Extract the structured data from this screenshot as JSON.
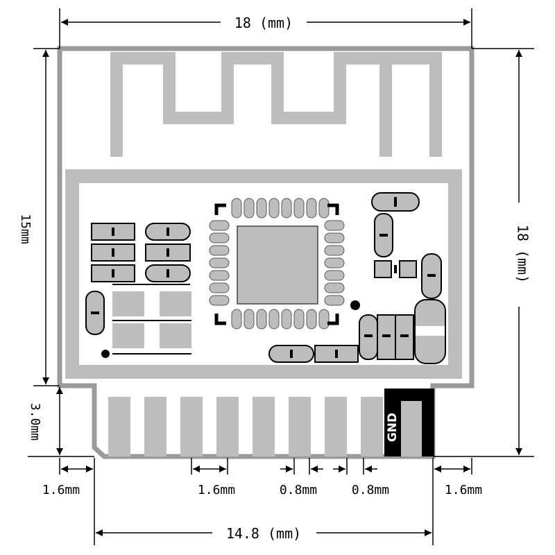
{
  "dimensions": {
    "top_width": "18 (mm)",
    "left_height": "15mm",
    "right_height": "18 (mm)",
    "bottom_height": "3.0mm",
    "bottom_width": "14.8 (mm)",
    "left_edge": "1.6mm",
    "pad_width": "1.6mm",
    "gap_a": "0.8mm",
    "gap_b": "0.8mm",
    "right_edge": "1.6mm"
  },
  "labels": {
    "gnd_pad": "GND"
  },
  "colors": {
    "board_outline": "#999999",
    "feature_gray": "#bdbdbd",
    "ground_pad": "#000000",
    "line": "#000000"
  }
}
